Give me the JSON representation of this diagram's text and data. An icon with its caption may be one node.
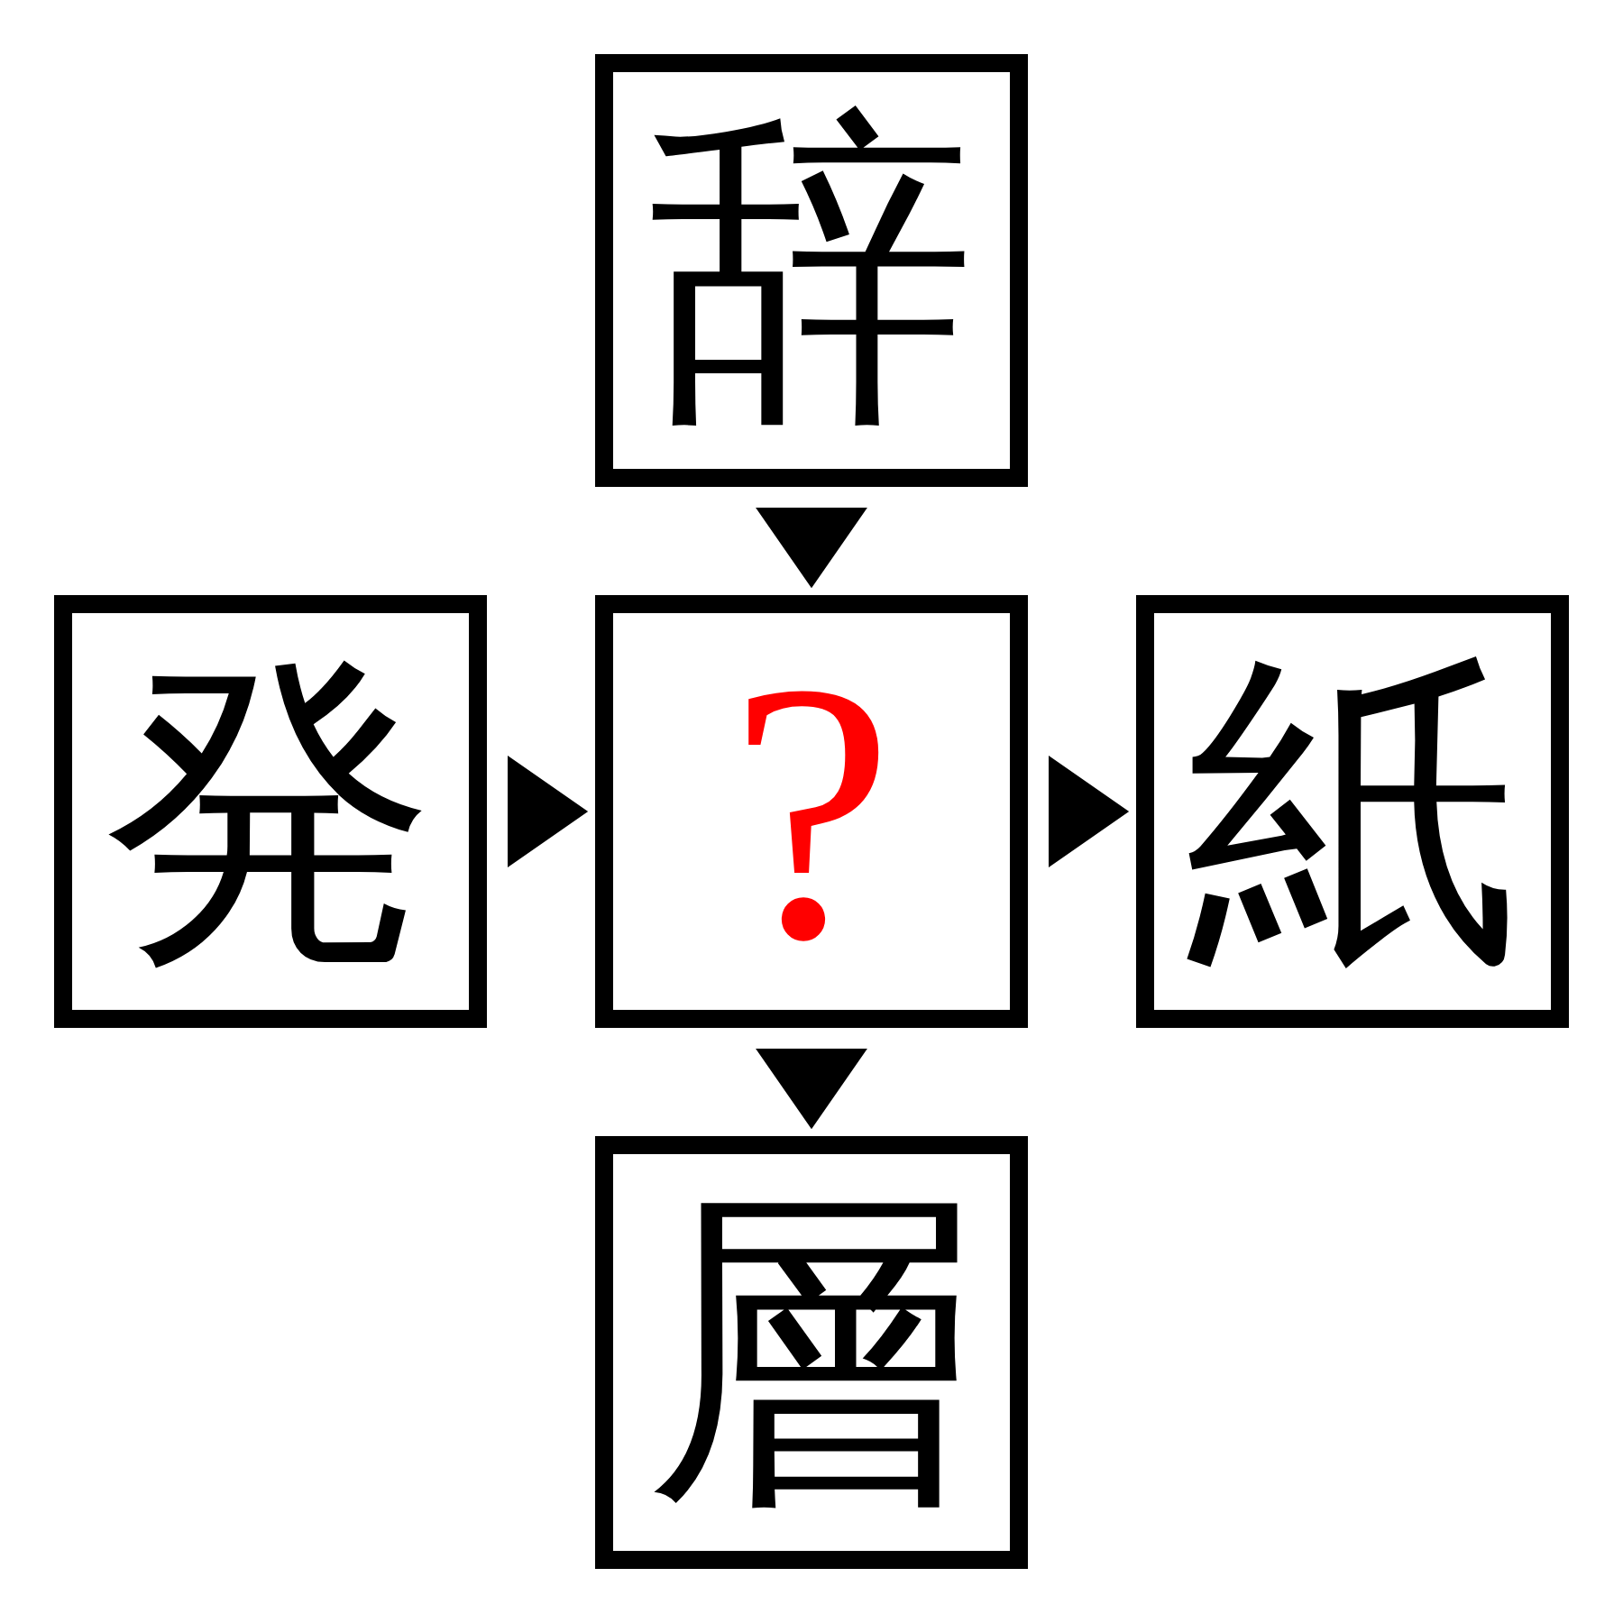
{
  "diagram": {
    "nodes": [
      {
        "text": [
          "辞"
        ]
      },
      {
        "text": [
          "発"
        ]
      },
      {
        "text": [
          "?"
        ]
      },
      {
        "text": [
          "紙"
        ]
      },
      {
        "text": [
          "層"
        ]
      }
    ],
    "edges": [
      {
        "from": 0,
        "to": 2,
        "arrow": "to"
      },
      {
        "from": 1,
        "to": 2,
        "arrow": "to"
      },
      {
        "from": 2,
        "to": 3,
        "arrow": "to"
      },
      {
        "from": 2,
        "to": 4,
        "arrow": "to"
      }
    ]
  }
}
